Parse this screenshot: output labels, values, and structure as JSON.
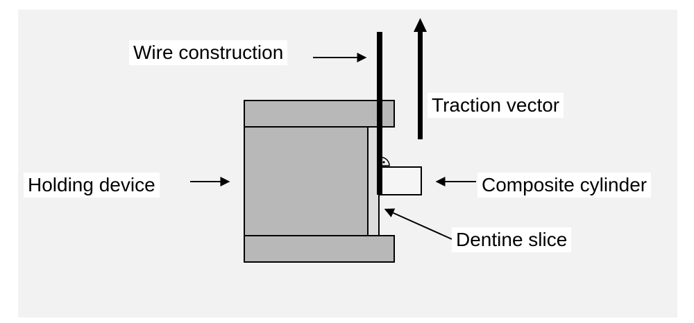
{
  "labels": {
    "wire_construction": "Wire construction",
    "traction_vector": "Traction vector",
    "holding_device": "Holding device",
    "composite_cylinder": "Composite cylinder",
    "dentine_slice": "Dentine slice"
  },
  "colors": {
    "background_panel": "#f2f2f2",
    "holding_device_fill": "#b8b8b8",
    "dentine_fill": "#dcdcdc",
    "outline": "#000000"
  }
}
